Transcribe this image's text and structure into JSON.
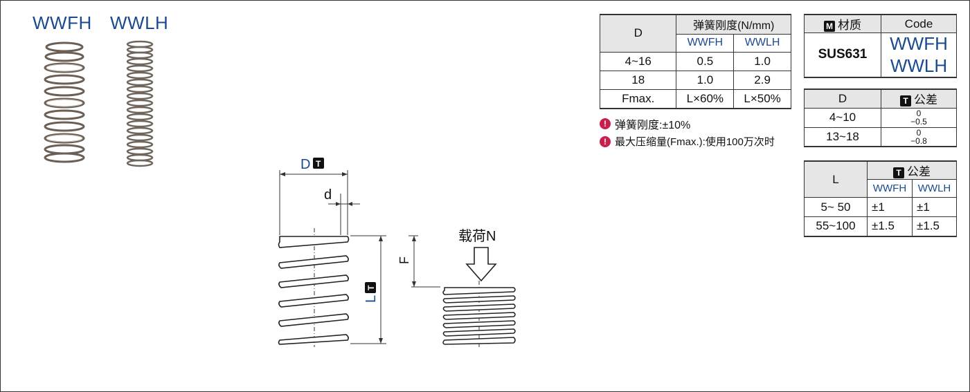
{
  "products": {
    "code1": "WWFH",
    "code2": "WWLH"
  },
  "diagram": {
    "dimension_d_upper": "D",
    "dimension_d_lower": "d",
    "dimension_l": "L",
    "dimension_f": "F",
    "load_label": "载荷N",
    "badge": "T"
  },
  "rate_table": {
    "head_d": "D",
    "head_rate": "弹簧刚度(N/mm)",
    "head_c1": "WWFH",
    "head_c2": "WWLH",
    "rows": [
      {
        "d": "4~16",
        "c1": "0.5",
        "c2": "1.0"
      },
      {
        "d": "18",
        "c1": "1.0",
        "c2": "2.9"
      },
      {
        "d": "Fmax.",
        "c1": "L×60%",
        "c2": "L×50%"
      }
    ]
  },
  "notes": {
    "n1": "弹簧刚度:±10%",
    "n2": "最大压缩量(Fmax.):使用100万次时"
  },
  "material_table": {
    "badge": "M",
    "head_material": "材质",
    "head_code": "Code",
    "material": "SUS631",
    "code1": "WWFH",
    "code2": "WWLH"
  },
  "d_tol_table": {
    "head_d": "D",
    "badge": "T",
    "head_tol": "公差",
    "rows": [
      {
        "d": "4~10",
        "upper": "0",
        "lower": "−0.5"
      },
      {
        "d": "13~18",
        "upper": "0",
        "lower": "−0.8"
      }
    ]
  },
  "l_tol_table": {
    "head_l": "L",
    "badge": "T",
    "head_tol": "公差",
    "head_c1": "WWFH",
    "head_c2": "WWLH",
    "rows": [
      {
        "l": "5~ 50",
        "c1": "±1",
        "c2": "±1"
      },
      {
        "l": "55~100",
        "c1": "±1.5",
        "c2": "±1.5"
      }
    ]
  }
}
